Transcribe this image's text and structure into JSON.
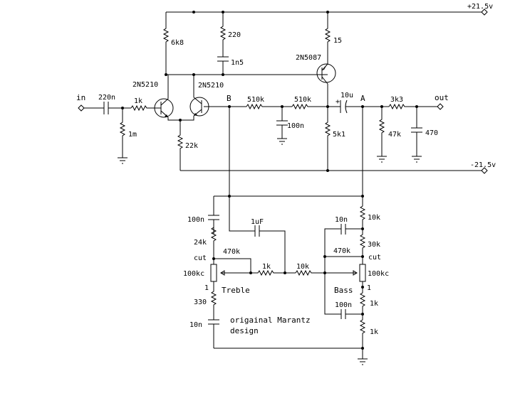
{
  "supply": {
    "pos": "+21.5v",
    "neg": "-21.5v"
  },
  "io": {
    "in": "in",
    "out": "out"
  },
  "nodes": {
    "a": "A",
    "b": "B"
  },
  "transistors": {
    "q1": "2N5210",
    "q2": "2N5210",
    "q3": "2N5087"
  },
  "components": {
    "c_in": "220n",
    "r_in": "1k",
    "r_bias": "1m",
    "r_6k8": "6k8",
    "r_220": "220",
    "c_1n5": "1n5",
    "r_15": "15",
    "r_22k": "22k",
    "r_510k_1": "510k",
    "r_510k_2": "510k",
    "c_100n_mid": "100n",
    "c_10u": "10u",
    "r_5k1": "5k1",
    "r_3k3": "3k3",
    "r_47k": "47k",
    "c_470": "470",
    "c_100n_treble": "100n",
    "r_24k": "24k",
    "cut_left": "cut",
    "pot_treble": "100kc",
    "one_left": "1",
    "treble": "Treble",
    "r_330": "330",
    "c_10n_left": "10n",
    "c_1uF": "1uF",
    "r_470k_left": "470k",
    "r_1k_mid": "1k",
    "r_10k_mid": "10k",
    "c_10n_right": "10n",
    "r_10k_right": "10k",
    "r_30k": "30k",
    "r_470k_right": "470k",
    "cut_right": "cut",
    "pot_bass": "100kc",
    "one_right": "1",
    "bass": "Bass",
    "c_100n_bass": "100n",
    "r_1k_a": "1k",
    "r_1k_b": "1k"
  },
  "note": {
    "line1": "origainal Marantz",
    "line2": "design"
  }
}
